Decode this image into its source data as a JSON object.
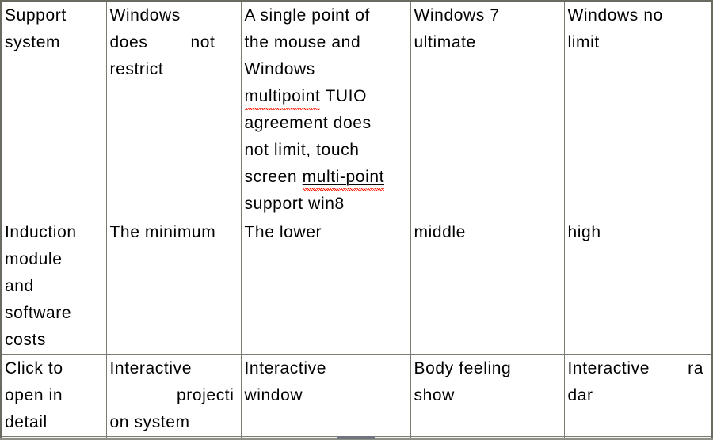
{
  "colors": {
    "border": "#7c7c70",
    "outer_border": "#6a6a60",
    "text": "#000000",
    "spellcheck_wavy": "#ff1500",
    "partial_row_bg": "#f5f1e8",
    "bottom_line": "#90908a",
    "scroll_thumb": "#70757e"
  },
  "table": {
    "rows": {
      "r1": {
        "c1": {
          "line1": "Support",
          "line2": "system"
        },
        "c2": {
          "line1": "Windows",
          "line2_left": "does",
          "line2_right": "not",
          "line3": "restrict"
        },
        "c3": {
          "line1": "A single point of",
          "line2": "the mouse and",
          "line3": "Windows",
          "line4_term": "multipoint",
          "line4_rest": " TUIO",
          "line5": "agreement does",
          "line6": "not limit, touch",
          "line7_pre": "screen ",
          "line7_term": "multi-point",
          "line8": "support win8"
        },
        "c4": {
          "line1": "Windows 7",
          "line2": "ultimate"
        },
        "c5": {
          "line1": "Windows no",
          "line2": "limit"
        }
      },
      "r2": {
        "c1": {
          "line1": "Induction",
          "line2": "module",
          "line3": "and",
          "line4": "software",
          "line5": "costs"
        },
        "c2": {
          "line1": "The minimum"
        },
        "c3": {
          "line1": "The lower"
        },
        "c4": {
          "line1": "middle"
        },
        "c5": {
          "line1": "high"
        }
      },
      "r3": {
        "c1": {
          "line1": "Click to",
          "line2": "open in",
          "line3": "detail"
        },
        "c2": {
          "line1": "Interactive",
          "line2": "projecti",
          "line3": "on system"
        },
        "c3": {
          "line1": "Interactive",
          "line2": "window"
        },
        "c4": {
          "line1": "Body feeling",
          "line2": "show"
        },
        "c5": {
          "line1_left": "Interactive",
          "line1_right": "ra",
          "line2": "dar"
        }
      }
    }
  }
}
